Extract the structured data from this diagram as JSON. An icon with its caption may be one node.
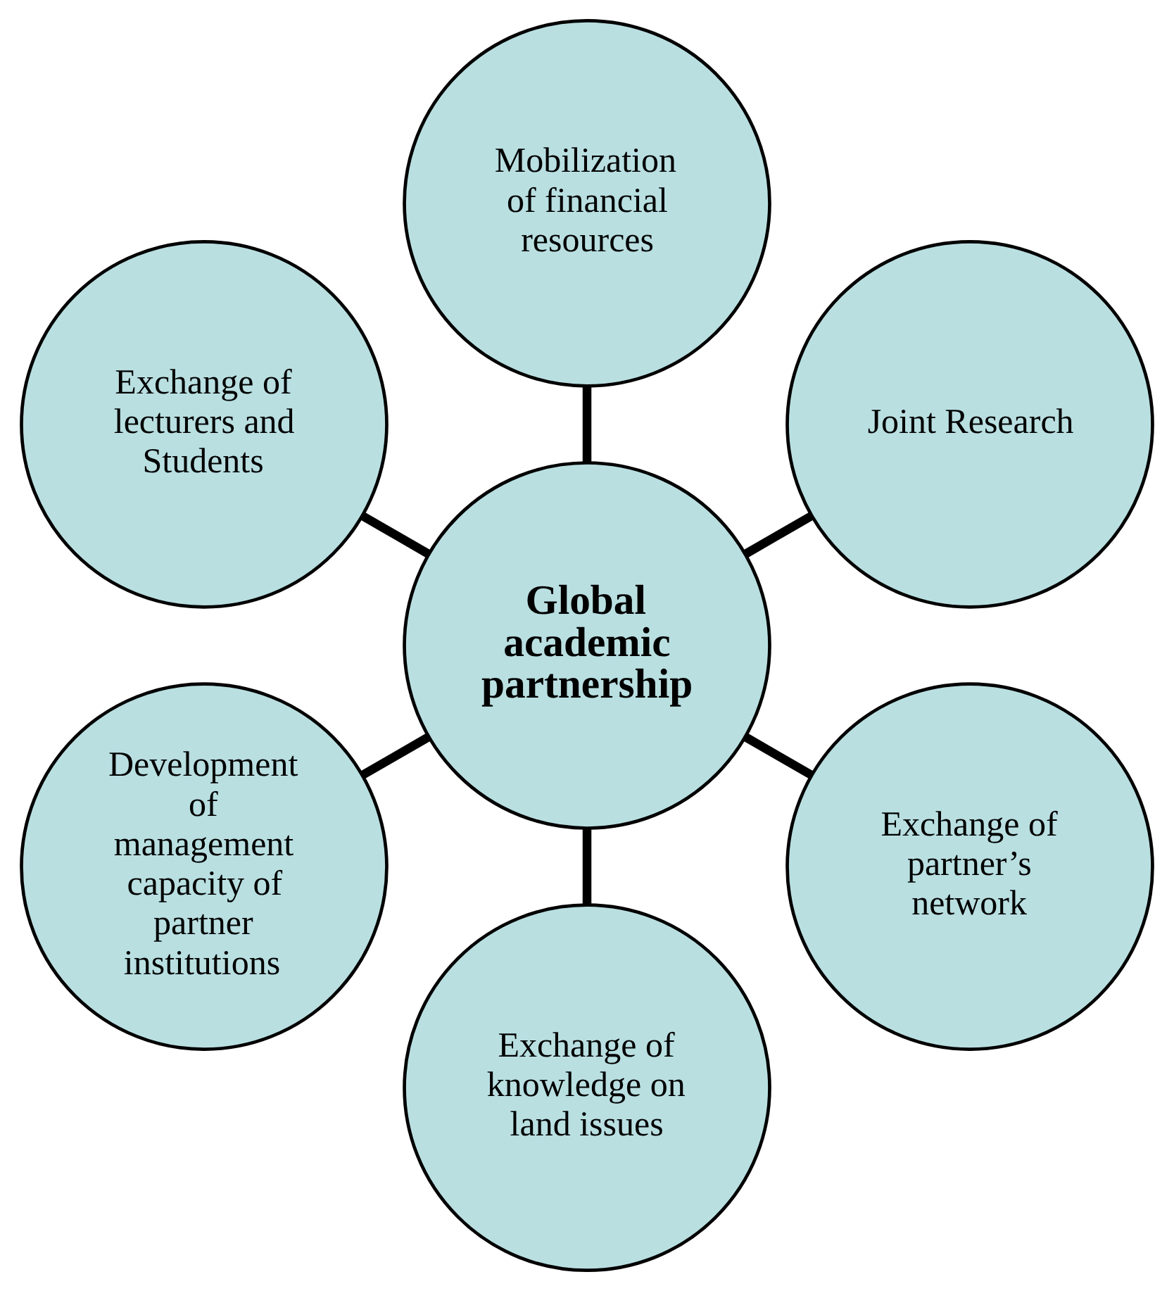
{
  "diagram": {
    "nodes": [
      {
        "text": [
          "Global academic partnership"
        ]
      },
      {
        "text": [
          "Joint Research"
        ]
      },
      {
        "text": [
          "Mobilization of financial resources"
        ]
      },
      {
        "text": [
          "Exchange of lecturers and Students"
        ]
      },
      {
        "text": [
          "Development of management capacity of partner institutions"
        ]
      },
      {
        "text": [
          "Exchange of knowledge on land issues"
        ]
      },
      {
        "text": [
          "Exchange of partner’s network"
        ]
      }
    ],
    "edges": [
      {
        "from": 0,
        "to": 1,
        "arrow": "none"
      },
      {
        "from": 0,
        "to": 2,
        "arrow": "none"
      },
      {
        "from": 0,
        "to": 3,
        "arrow": "none"
      },
      {
        "from": 0,
        "to": 4,
        "arrow": "none"
      },
      {
        "from": 0,
        "to": 5,
        "arrow": "none"
      },
      {
        "from": 0,
        "to": 6,
        "arrow": "none"
      }
    ]
  }
}
